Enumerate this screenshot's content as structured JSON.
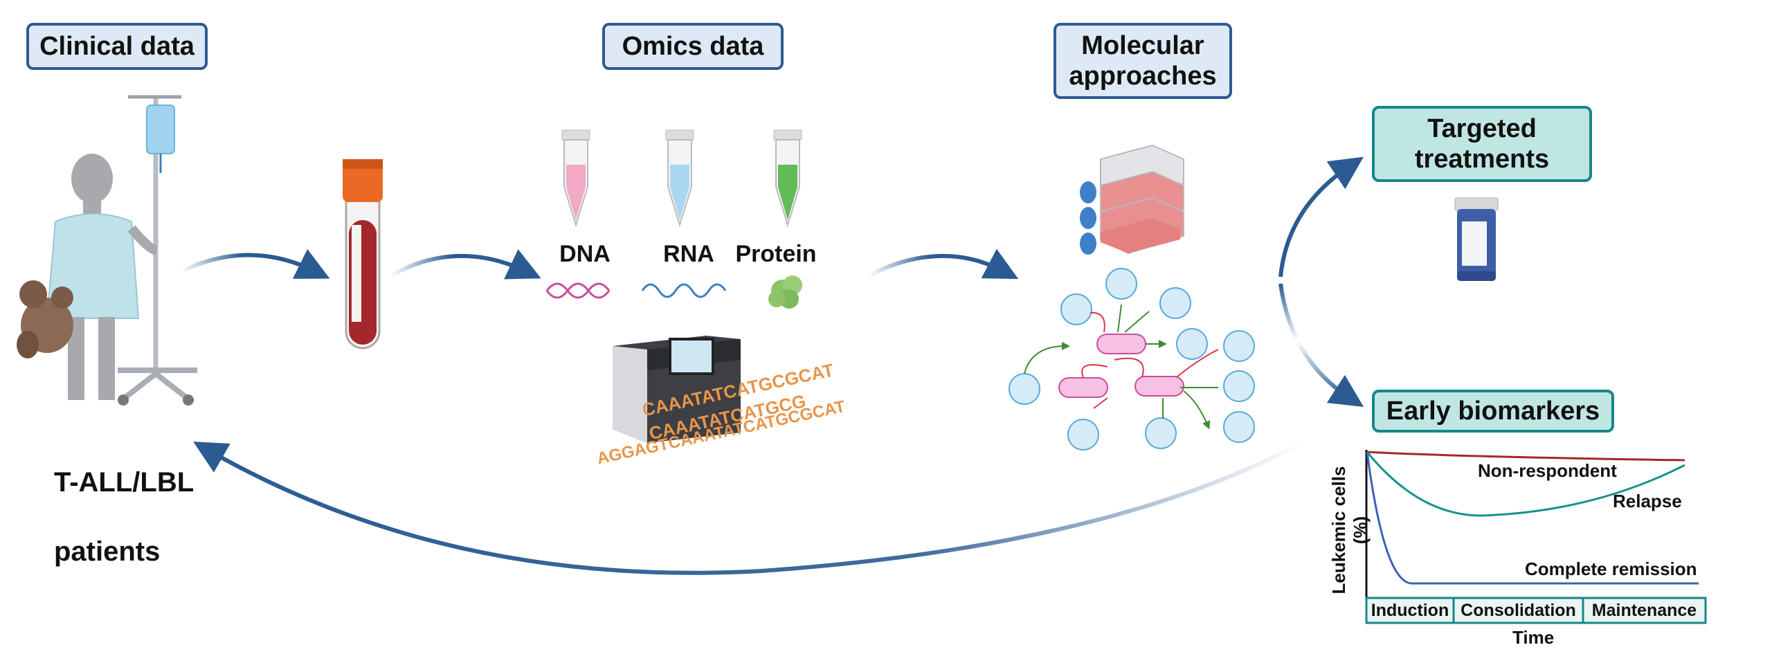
{
  "labels": {
    "clinical": "Clinical data",
    "omics": "Omics data",
    "molecular_line1": "Molecular",
    "molecular_line2": "approaches",
    "targeted_line1": "Targeted",
    "targeted_line2": "treatments",
    "biomarkers": "Early biomarkers"
  },
  "patients": {
    "line1": "T-ALL/LBL",
    "line2": "patients"
  },
  "molecules": {
    "dna": "DNA",
    "rna": "RNA",
    "protein": "Protein"
  },
  "sequence_text": [
    "CAAATATCATGCGCAT",
    "CAAATATCATGCG",
    "AGGAGTCAAATATCATGCGCAT"
  ],
  "graph": {
    "y_label": "Leukemic cells (%)",
    "x_label": "Time",
    "curves": [
      "Non-respondent",
      "Relapse",
      "Complete remission"
    ],
    "phases": [
      "Induction",
      "Consolidation",
      "Maintenance"
    ]
  },
  "colors": {
    "label_border": "#2b5b92",
    "label_fill": "#dfe9f6",
    "teal_border": "#16868a",
    "teal_fill": "#bfe6e2",
    "arrow": "#2b5b92",
    "non_respondent": "#a52828",
    "relapse": "#16938c",
    "remission": "#3a63b8"
  }
}
